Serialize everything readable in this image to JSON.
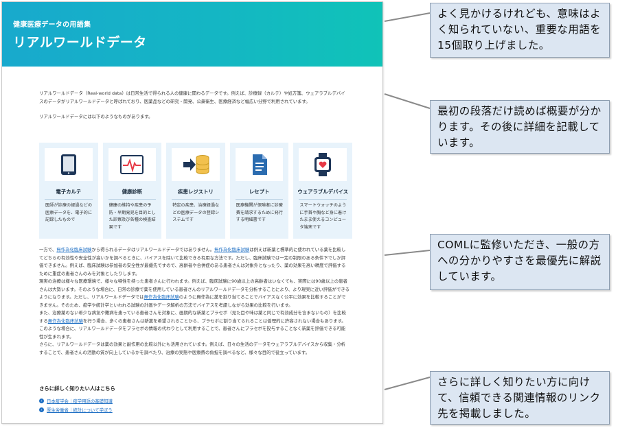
{
  "document": {
    "kicker": "健康医療データの用語集",
    "title": "リアルワールドデータ",
    "intro_paragraph": "リアルワールドデータ（Real-world data）は日常生活で得られる人の健康に関わるデータです。例えば、診療録（カルテ）や処方箋、ウェアラブルデバイスのデータがリアルワールドデータと呼ばれており、医薬品などの研究・開発、公衆衛生、医療経済など幅広い分野で利用されています。",
    "intro_lead": "リアルワールドデータには以下のようなものがあります。",
    "cards": [
      {
        "icon": "tablet-icon",
        "name": "電子カルテ",
        "desc": "医師が診療の経過などの医療データを、電子的に記録したもので"
      },
      {
        "icon": "pulse-monitor-icon",
        "name": "健康診断",
        "desc": "健康の維持や疾患の予防・早期発見を目的とした診察及び各種の検査結果です"
      },
      {
        "icon": "database-arrow-icon",
        "name": "疾患レジストリ",
        "desc": "特定の疾患、治療経過などの医療データの登録システムです"
      },
      {
        "icon": "document-icon",
        "name": "レセプト",
        "desc": "医療機関が保険者に診療費を請求するために発行する明細書です"
      },
      {
        "icon": "smartwatch-icon",
        "name": "ウェアラブルデバイス",
        "desc": "スマートウォッチのように手首や胸など身に着けたまま使えるコンピュータ端末です"
      }
    ],
    "body": {
      "p1_a": "一方で、",
      "link_rct": "無作為化臨床試験",
      "p1_b": "から得られるデータはリアルワールドデータではありません。",
      "p1_c": "は例えば新薬と標準的に使われている薬を比較してどちらの有効性や安全性が高いかを調べるときに、バイアスを除いて比較できる有用な方法です。ただし、臨床試験では一定の制限のある条件下でしか評価できません。例えば、臨床試験は参加者の安全性が最優先ですので、高齢者や合併症のある患者さんは対象外となったり、薬の効果を高い精度で評価するために重症の患者さんのみを対象としたりします。",
      "p2": "現実の治療は様々な医療環境で、様々な特性を持った患者さんに行われます。例えば、臨床試験に90歳以上の高齢者はいなくても、実際には90歳以上の患者さんは大勢います。そのような場合に、日常の診療で薬を使用している患者さんのリアルワールドデータを分析することにより、より現実に近い評価ができるようになります。ただし、リアルワールドデータでは",
      "p2_b": "のように無作為に薬を割り当てることでバイアスなく公平に効果を比較することができません。そのため、疫学や統計学といわれる試験の計画やデータ解析の方法でバイアスを考慮しながら効果の比較を行います。",
      "p3_a": "また、治療薬のない希少な病気や難病を患っている患者さんを対象に、画期的な新薬とプラセボ（見た目や味は薬と同じで有効成分を含まないもの）を比較する",
      "p3_b": "を行う場合、多くの患者さんは新薬を希望されることから、プラセボに割り当てられることは倫理的に許容されない場合もあります。このような場合に、リアルワールドデータをプラセボの情報の代わりとして利用することで、患者さんにプラセボを投与することなく新薬を評価できる可能性が生まれます。",
      "p4": "さらに、リアルワールドデータは薬の効果と副作用の比較以外にも活用されています。例えば、日々の生活のデータをウェアラブルデバイスから収集・分析することで、患者さんの活動の質が向上しているかを調べたり、治療の実態や医療費の負担を調べるなど、様々な目的で役立っています。"
    },
    "more_heading": "さらに詳しく知りたい人はこちら",
    "more_links": [
      "日本疫学会｜疫学用語の基礎知識",
      "厚生労働省｜統計について学ぼう"
    ]
  },
  "callouts": [
    "よく見かけるけれども、意味はよく知られていない、重要な用語を15個取り上げました。",
    "最初の段落だけ読めば概要が分かります。その後に詳細を記載しています。",
    "COMLに監修いただき、一般の方への分かりやすさを最優先に解説しています。",
    "さらに詳しく知りたい方に向けて、信頼できる関連情報のリンク先を掲載しました。"
  ]
}
